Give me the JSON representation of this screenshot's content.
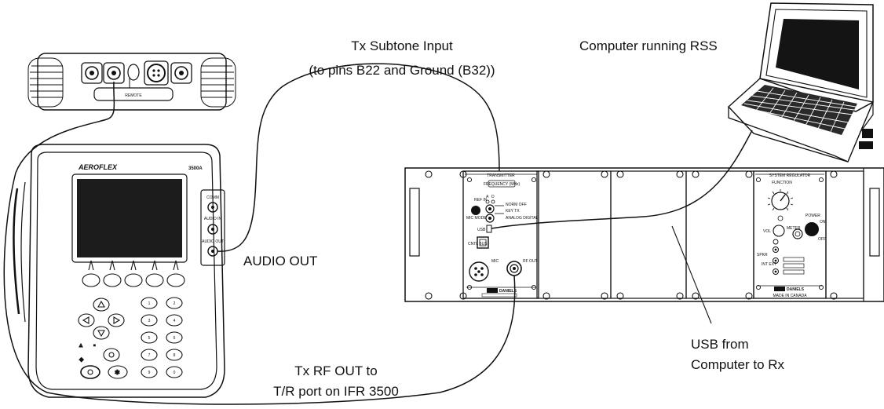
{
  "labels": {
    "subtone_line1": "Tx Subtone Input",
    "subtone_line2": "(to pins B22 and Ground (B32))",
    "computer": "Computer running RSS",
    "audio_out": "AUDIO OUT",
    "usb_line1": "USB from",
    "usb_line2": "Computer to Rx",
    "rf_line1": "Tx RF OUT to",
    "rf_line2": "T/R port on IFR 3500"
  },
  "ifr": {
    "brand": "AEROFLEX",
    "model": "3500A",
    "port_top": "COMM",
    "port_mid": "AUDIO IN",
    "port_bot": "AUDIO OUT",
    "top_panel_label": "REMOTE",
    "keypad": [
      "1",
      "2",
      "3",
      "4",
      "5",
      "6",
      "7",
      "8",
      "9",
      "0"
    ]
  },
  "transmitter": {
    "title": "TRANSMITTER",
    "freq": "FREQUENCY (MHz)",
    "ref_in": "REF IN",
    "a": "A",
    "d": "D",
    "norm_off": "NORM OFF",
    "key_tx": "KEY TX",
    "mic_mode": "MIC MODE",
    "analog_digital": "ANALOG DIGITAL",
    "usb": "USB",
    "cntl_bus": "CNTL BUS",
    "mic": "MIC",
    "rf_out": "RF OUT",
    "logo": "DANIELS"
  },
  "regulator": {
    "title": "SYSTEM REGULATOR",
    "function": "FUNCTION",
    "power": "POWER",
    "on": "ON",
    "off": "OFF",
    "vol": "VOL",
    "meter": "METER",
    "spkr": "SPKR",
    "int_ext": "INT EXT",
    "logo": "DANIELS",
    "made_in": "MADE IN CANADA"
  }
}
